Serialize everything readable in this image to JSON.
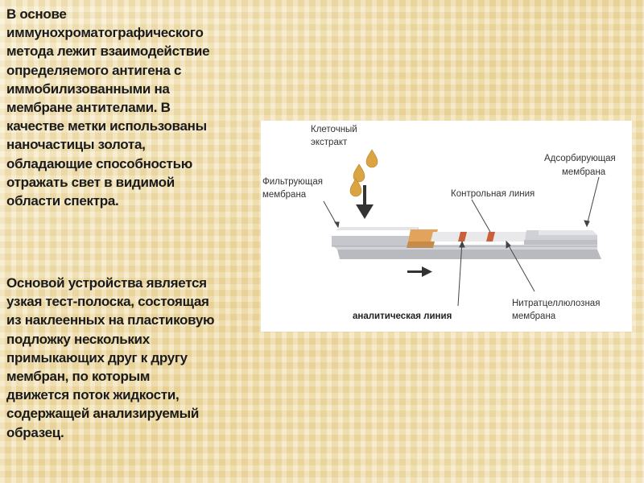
{
  "text": {
    "paragraph1_lines": [
      "В основе",
      "иммунохроматографического",
      "метода лежит взаимодействие",
      "определяемого антигена с",
      "иммобилизованными на",
      "мембране антителами. В",
      "качестве метки использованы",
      "наночастицы золота,",
      "обладающие способностью",
      "отражать свет в видимой",
      "области спектра."
    ],
    "paragraph2_lines": [
      "Основой устройства является",
      "узкая тест-полоска, состоящая",
      "из наклеенных на пластиковую",
      "подложку нескольких",
      "примыкающих друг к другу",
      "мембран, по которым",
      "движется поток жидкости,",
      "содержащей анализируемый",
      "образец."
    ]
  },
  "diagram": {
    "label_cell_extract": [
      "Клеточный",
      "экстракт"
    ],
    "label_filter_membrane": [
      "Фильтрующая",
      "мембрана"
    ],
    "label_control_line": "Контрольная линия",
    "label_adsorbing_membrane": [
      "Адсорбирующая",
      "мембрана"
    ],
    "label_analytic_line": "аналитическая линия",
    "label_nitrocellulose": [
      "Нитратцеллюлозная",
      "мембрана"
    ]
  },
  "colors": {
    "background": "#f4e6bd",
    "text": "#1a1a1a",
    "strip_gray": "#c8c8cc",
    "drop_gold": "#d9a441",
    "pad_orange": "#e0a15a",
    "line_red": "#c9603a"
  }
}
